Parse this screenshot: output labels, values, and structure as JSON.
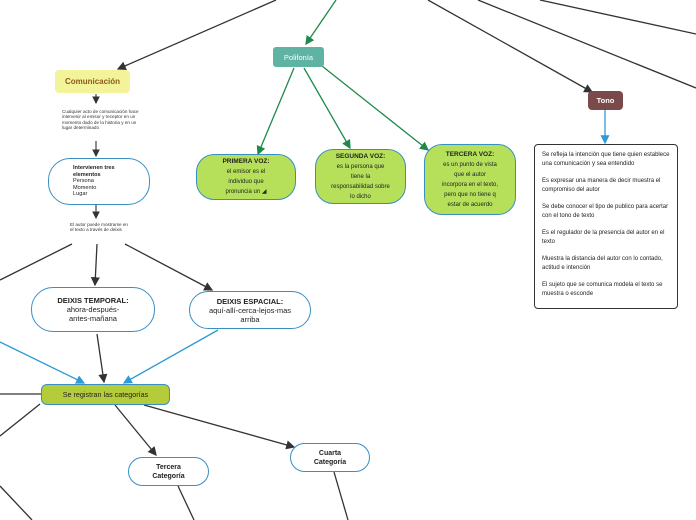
{
  "nodes": {
    "comunicacion": "Comunicación",
    "comunicacion_def": "Cualquier acto de comunicación hace intervenir al emisor y receptor en un momento dado de la historia y en un lugar determinado",
    "intervienen_title": "Intervienen tres elementos",
    "intervienen_items": [
      "Persona",
      "Momento",
      "Lugar"
    ],
    "autor_note": "El autor puede mostrarse en el texto a través de deixis",
    "deixis_temporal_title": "DEIXIS TEMPORAL:",
    "deixis_temporal_text": "ahora-después-antes-mañana",
    "deixis_espacial_title": "DEIXIS ESPACIAL:",
    "deixis_espacial_text": "aquí-allí-cerca-lejos-mas arriba",
    "categorias": "Se registran las categorías",
    "tercera_categoria": "Tercera Categoría",
    "cuarta_categoria": "Cuarta Categoría",
    "polifonia": "Polifonía",
    "primera_voz_title": "PRIMERA VOZ:",
    "primera_voz_text": "el emisor es el individuo que pronuncia un",
    "segunda_voz_title": "SEGUNDA VOZ:",
    "segunda_voz_text": "es la persona que tiene la responsabilidad sobre lo dicho",
    "tercera_voz_title": "TERCERA VOZ:",
    "tercera_voz_text": "es un punto de vista que el autor incorpora en el texto, pero que no tiene q estar de acuerdo",
    "tono": "Tono",
    "tono_items": [
      "Se refleja la intención que tiene quien establece una comunicación y sea entendido",
      "Es expresar una manera de decir muestra el compromiso del autor",
      "Se debe conocer el tipo de publico para acertar con el tono de texto",
      "Es el regulador de la presencia del autor en el texto",
      "Muestra la distancia del autor con lo contado, actitud e intención",
      "El sujeto que se comunica modela el texto se muestra o esconde"
    ]
  },
  "colors": {
    "comunicacion_fill": "#f3f39a",
    "polifonia_fill": "#5fb3a3",
    "tono_fill": "#7a4a4a",
    "categorias_fill": "#b5cc3a",
    "voice_fill": "#b6e05a",
    "bubble_border": "#3a8fc2",
    "green_arrow": "#1e8a4a",
    "blue_arrow": "#2e9ad6",
    "dark_arrow": "#333333"
  }
}
